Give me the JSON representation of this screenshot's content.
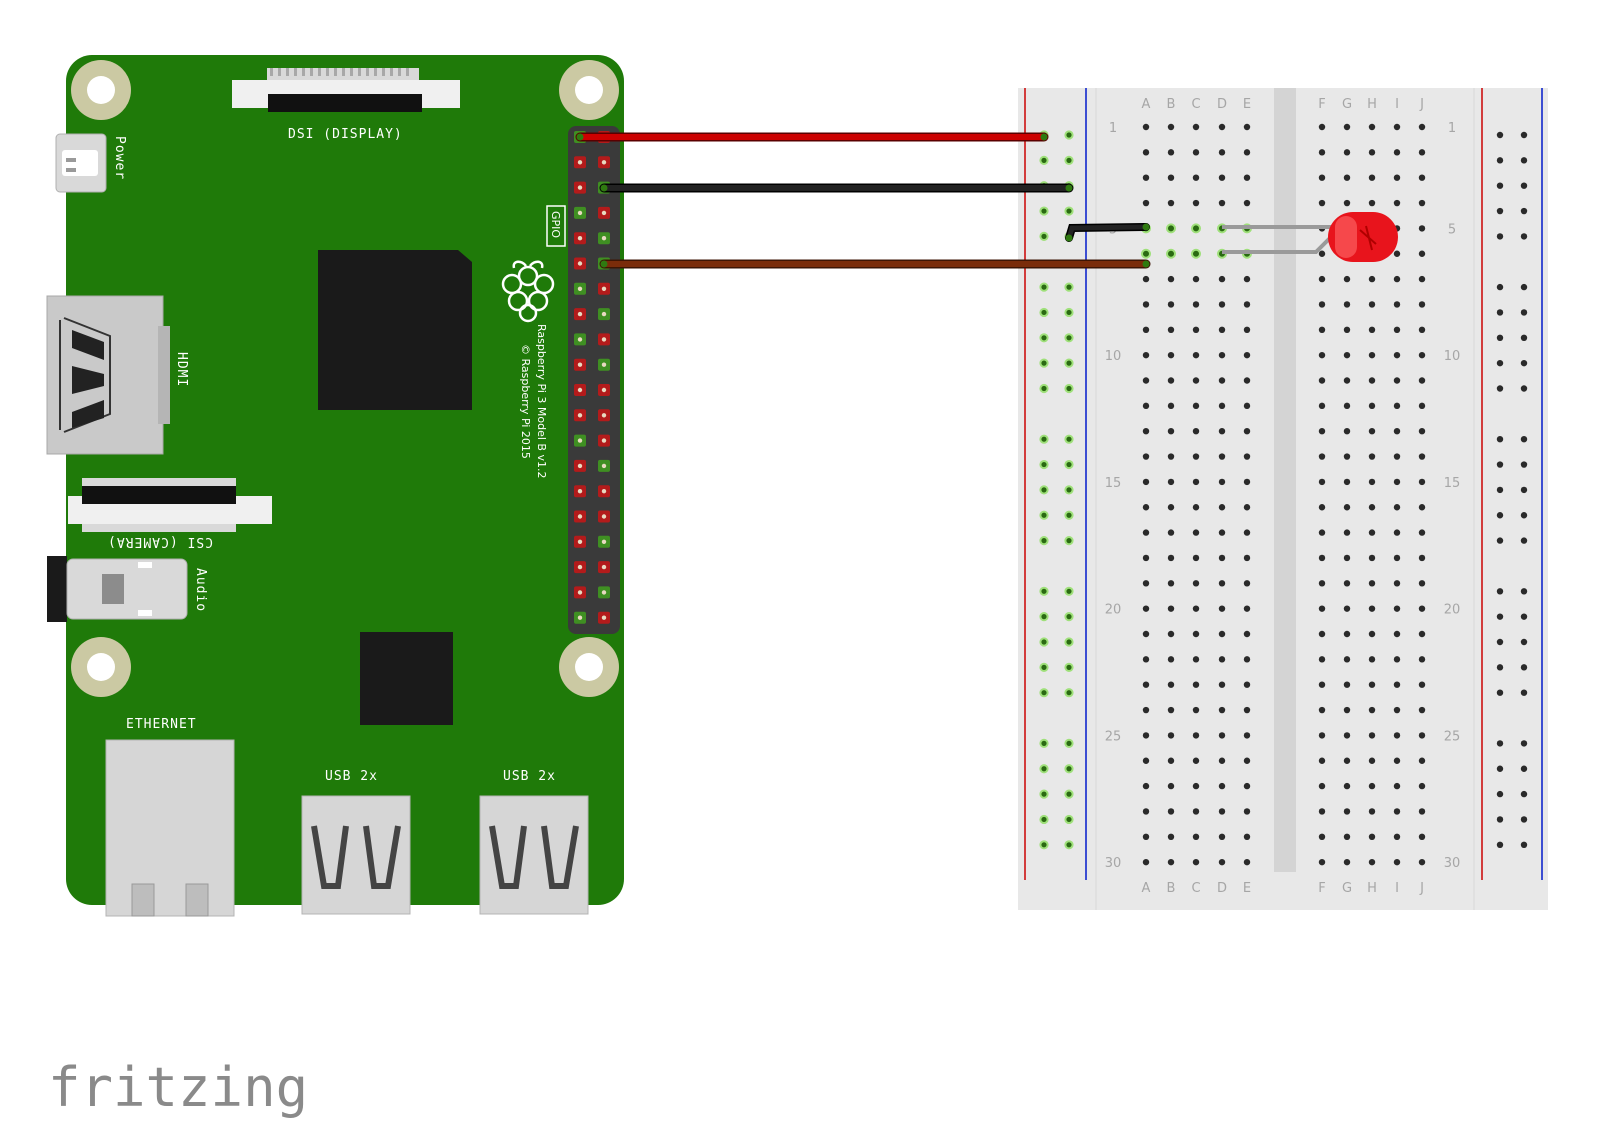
{
  "pi": {
    "dsi_label": "DSI (DISPLAY)",
    "power_label": "Power",
    "gpio_label": "GPIO",
    "hdmi_label": "HDMI",
    "csi_label": "CSI (CAMERA)",
    "audio_label": "Audio",
    "ethernet_label": "ETHERNET",
    "usb_label_1": "USB 2x",
    "usb_label_2": "USB 2x",
    "model_label": "Raspberry Pi 3 Model B v1.2",
    "copyright_label": "© Raspberry Pi 2015"
  },
  "breadboard": {
    "columns_left": [
      "A",
      "B",
      "C",
      "D",
      "E"
    ],
    "columns_right": [
      "F",
      "G",
      "H",
      "I",
      "J"
    ],
    "row_numbers": [
      "1",
      "5",
      "10",
      "15",
      "20",
      "25",
      "30"
    ],
    "row_count": 30
  },
  "wires": [
    {
      "name": "red-wire",
      "color": "#cc0000"
    },
    {
      "name": "black-wire",
      "color": "#222222"
    },
    {
      "name": "brown-wire",
      "color": "#7a2c0a"
    },
    {
      "name": "black-jumper",
      "color": "#222222"
    }
  ],
  "led": {
    "color": "#e8141c"
  },
  "brand": {
    "name": "fritzing"
  },
  "colors": {
    "pcb": "#1f7a09",
    "breadboard": "#e8e8e8",
    "rail_red": "#d23c3c",
    "rail_blue": "#3c4ed2",
    "active_hole": "#6ec24a"
  }
}
